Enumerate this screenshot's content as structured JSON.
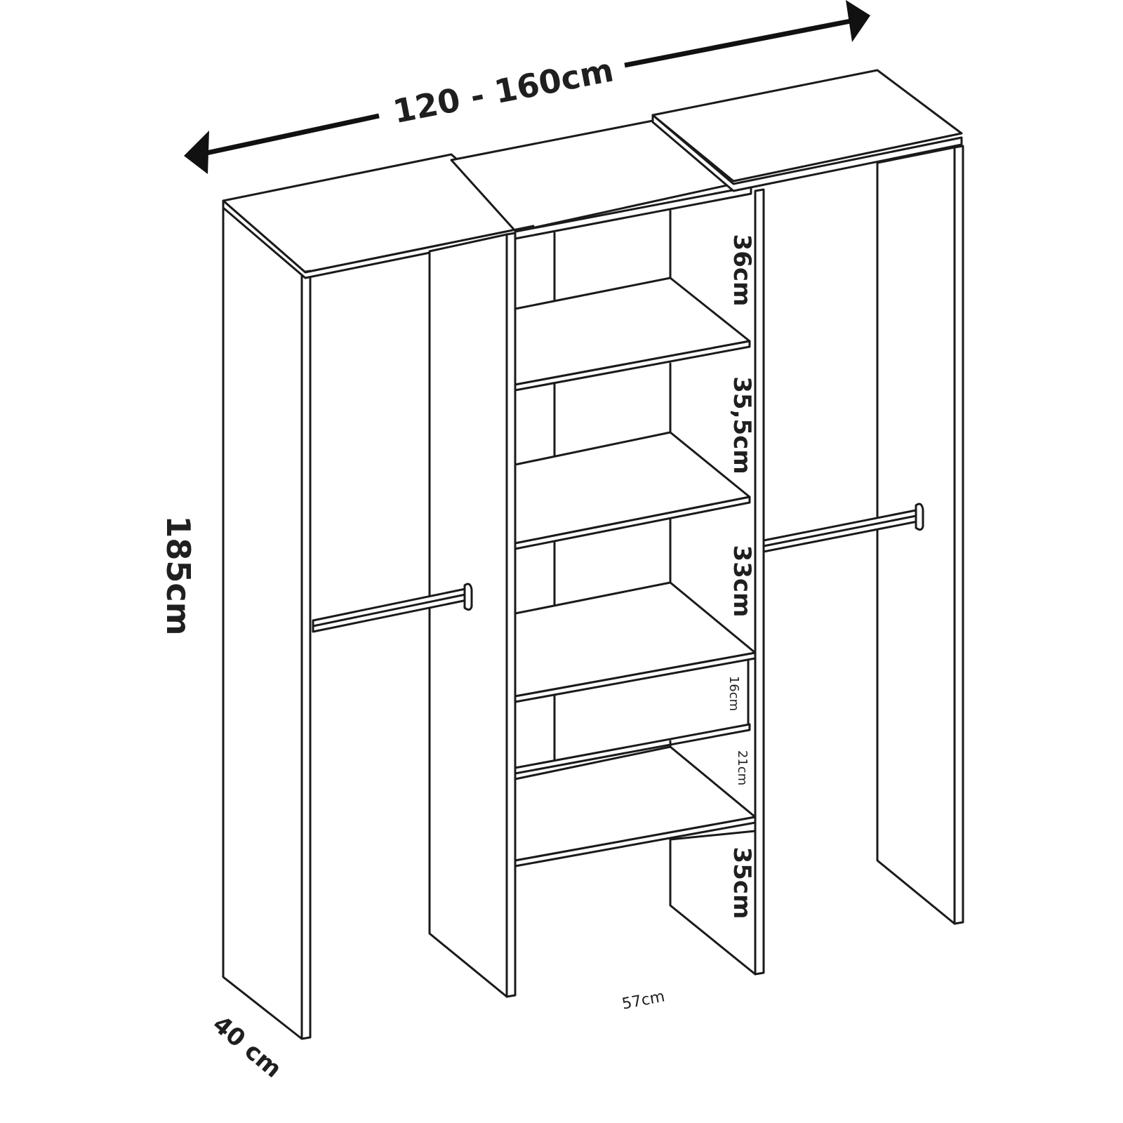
{
  "dimensions": {
    "total_width": "120 - 160cm",
    "height": "185cm",
    "depth": "40 cm",
    "center_width": "57cm"
  },
  "compartments": {
    "c1": "36cm",
    "c2": "35,5cm",
    "c3": "33cm",
    "c4": "16cm",
    "c5": "21cm",
    "c6": "35cm"
  }
}
